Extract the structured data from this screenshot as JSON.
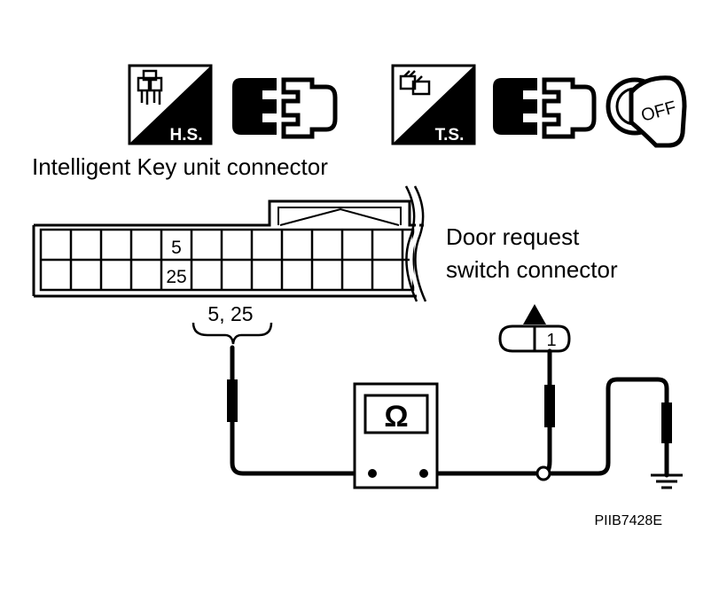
{
  "icons": {
    "harness_side": "H.S.",
    "terminal_side": "T.S.",
    "ignition_state": "OFF"
  },
  "labels": {
    "intelligent_key_connector": "Intelligent Key unit connector",
    "door_switch_line1": "Door request",
    "door_switch_line2": "switch connector",
    "terminal_pair": "5, 25",
    "door_terminal": "1",
    "meter_symbol": "Ω",
    "diagram_code": "PIIB7428E"
  },
  "connector": {
    "upper_terminal": "5",
    "lower_terminal": "25"
  },
  "colors": {
    "ink": "#000000",
    "paper": "#ffffff"
  }
}
